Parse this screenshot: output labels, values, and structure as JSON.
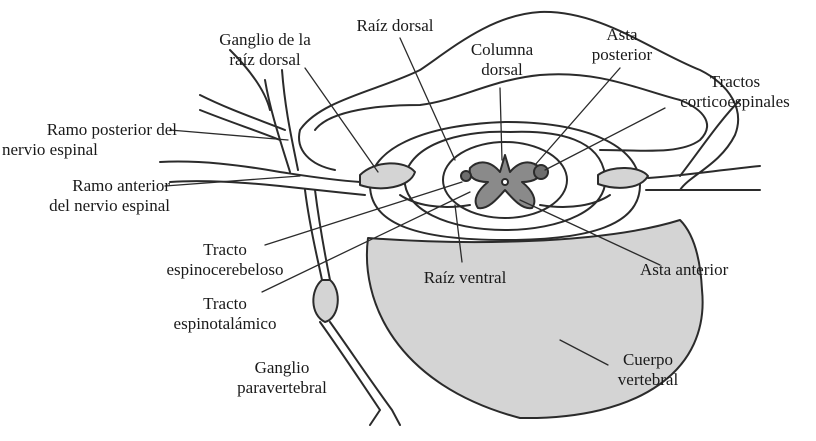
{
  "labels": {
    "ganglio_raiz_dorsal": [
      "Ganglio de la",
      "raíz dorsal"
    ],
    "raiz_dorsal": "Raíz dorsal",
    "columna_dorsal": [
      "Columna",
      "dorsal"
    ],
    "asta_posterior": [
      "Asta",
      "posterior"
    ],
    "tractos_corticoespinales": [
      "Tractos",
      "corticoespinales"
    ],
    "ramo_posterior": [
      "Ramo posterior del",
      "nervio espinal"
    ],
    "ramo_anterior": [
      "Ramo anterior",
      "del nervio espinal"
    ],
    "tracto_espinocerebeloso": [
      "Tracto",
      "espinocerebeloso"
    ],
    "raiz_ventral": "Raíz ventral",
    "asta_anterior": "Asta anterior",
    "tracto_espinotalamico": [
      "Tracto",
      "espinotalámico"
    ],
    "ganglio_paravertebral": [
      "Ganglio",
      "paravertebral"
    ],
    "cuerpo_vertebral": [
      "Cuerpo",
      "vertebral"
    ]
  },
  "colors": {
    "stroke": "#2b2b2b",
    "fill_gray": "#d4d4d4",
    "fill_dark": "#8a8a8a",
    "fill_white": "#ffffff"
  }
}
